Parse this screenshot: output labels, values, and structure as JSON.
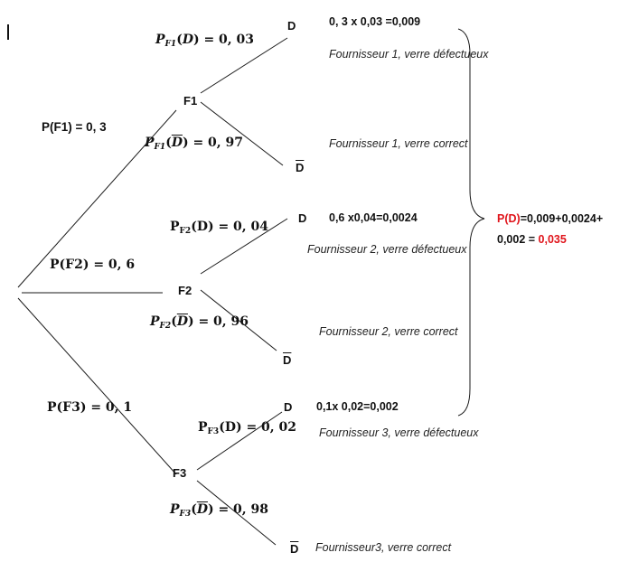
{
  "tree": {
    "nodes": {
      "f1": "F1",
      "f2": "F2",
      "f3": "F3",
      "d": "D",
      "dbar": "D"
    },
    "branch_probs": {
      "pf1": "P(F1) = 0, 3",
      "pf2": "P(F2) = 0, 6",
      "pf3": "P(F3) = 0, 1"
    },
    "conditional": {
      "p": "P",
      "f1": "F1",
      "f2": "F2",
      "f3": "F3",
      "d": "D",
      "pf1_d": "= 0, 03",
      "pf1_dbar": "= 0, 97",
      "pf2_d": "= 0, 04",
      "pf2_dbar": "= 0, 96",
      "pf3_d": "= 0, 02",
      "pf3_dbar": "= 0, 98"
    }
  },
  "calculations": {
    "f1_d": "0, 3 x 0,03 =0,009",
    "f2_d": "0,6 x0,04=0,0024",
    "f3_d": "0,1x 0,02=0,002"
  },
  "descriptions": {
    "f1_def": "Fournisseur 1, verre défectueux",
    "f1_ok": "Fournisseur 1, verre correct",
    "f2_def": "Fournisseur 2, verre défectueux",
    "f2_ok": "Fournisseur 2, verre correct",
    "f3_def": "Fournisseur 3, verre défectueux",
    "f3_ok": "Fournisseur3, verre correct"
  },
  "total": {
    "p_label": "P(D)",
    "line1_rest": "=0,009+0,0024+",
    "line2_prefix": "0,002 = ",
    "result": "0,035"
  },
  "colors": {
    "result": "#e0141b",
    "lines": "#1a1a1a"
  }
}
